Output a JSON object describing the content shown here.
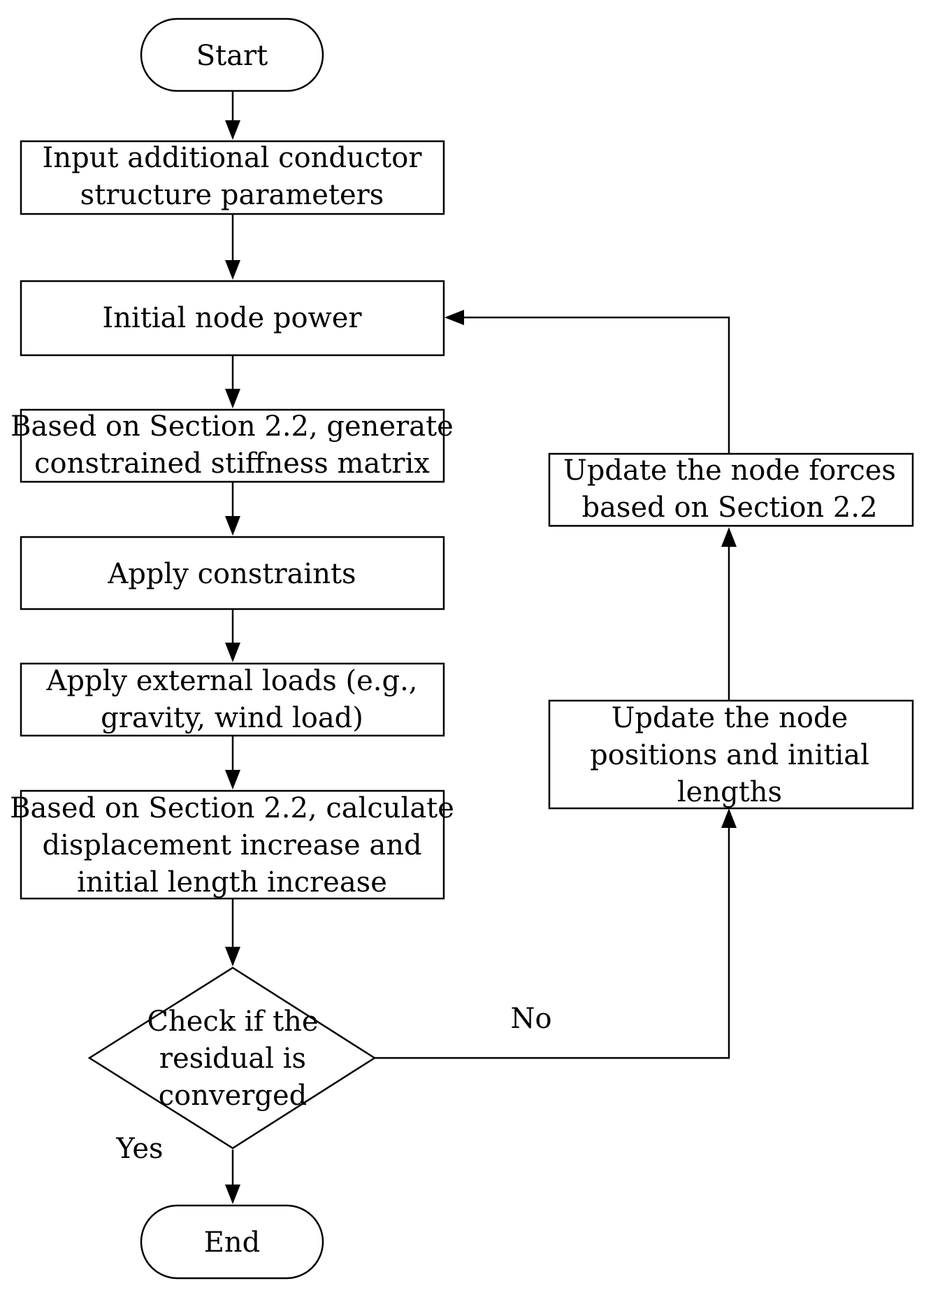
{
  "nodes": {
    "start": {
      "shape": "terminal",
      "lines": [
        "Start"
      ]
    },
    "input": {
      "shape": "process",
      "lines": [
        "Input additional conductor",
        "structure parameters"
      ]
    },
    "init": {
      "shape": "process",
      "lines": [
        "Initial node power"
      ]
    },
    "stiff": {
      "shape": "process",
      "lines": [
        "Based on Section 2.2, generate",
        "constrained stiffness matrix"
      ]
    },
    "constraints": {
      "shape": "process",
      "lines": [
        "Apply constraints"
      ]
    },
    "loads": {
      "shape": "process",
      "lines": [
        "Apply external loads (e.g.,",
        "gravity, wind load)"
      ]
    },
    "calc": {
      "shape": "process",
      "lines": [
        "Based on Section 2.2, calculate",
        "displacement increase and",
        "initial length increase"
      ]
    },
    "check": {
      "shape": "decision",
      "lines": [
        "Check if the",
        "residual is",
        "converged"
      ]
    },
    "end": {
      "shape": "terminal",
      "lines": [
        "End"
      ]
    },
    "update_pos": {
      "shape": "process",
      "lines": [
        "Update the node",
        "positions and initial",
        "lengths"
      ]
    },
    "update_forces": {
      "shape": "process",
      "lines": [
        "Update the node forces",
        "based on Section 2.2"
      ]
    }
  },
  "edges": [
    {
      "from": "start",
      "to": "input"
    },
    {
      "from": "input",
      "to": "init"
    },
    {
      "from": "init",
      "to": "stiff"
    },
    {
      "from": "stiff",
      "to": "constraints"
    },
    {
      "from": "constraints",
      "to": "loads"
    },
    {
      "from": "loads",
      "to": "calc"
    },
    {
      "from": "calc",
      "to": "check"
    },
    {
      "from": "check",
      "to": "end",
      "label": "Yes"
    },
    {
      "from": "check",
      "to": "update_pos",
      "label": "No"
    },
    {
      "from": "update_pos",
      "to": "update_forces"
    },
    {
      "from": "update_forces",
      "to": "init"
    }
  ]
}
